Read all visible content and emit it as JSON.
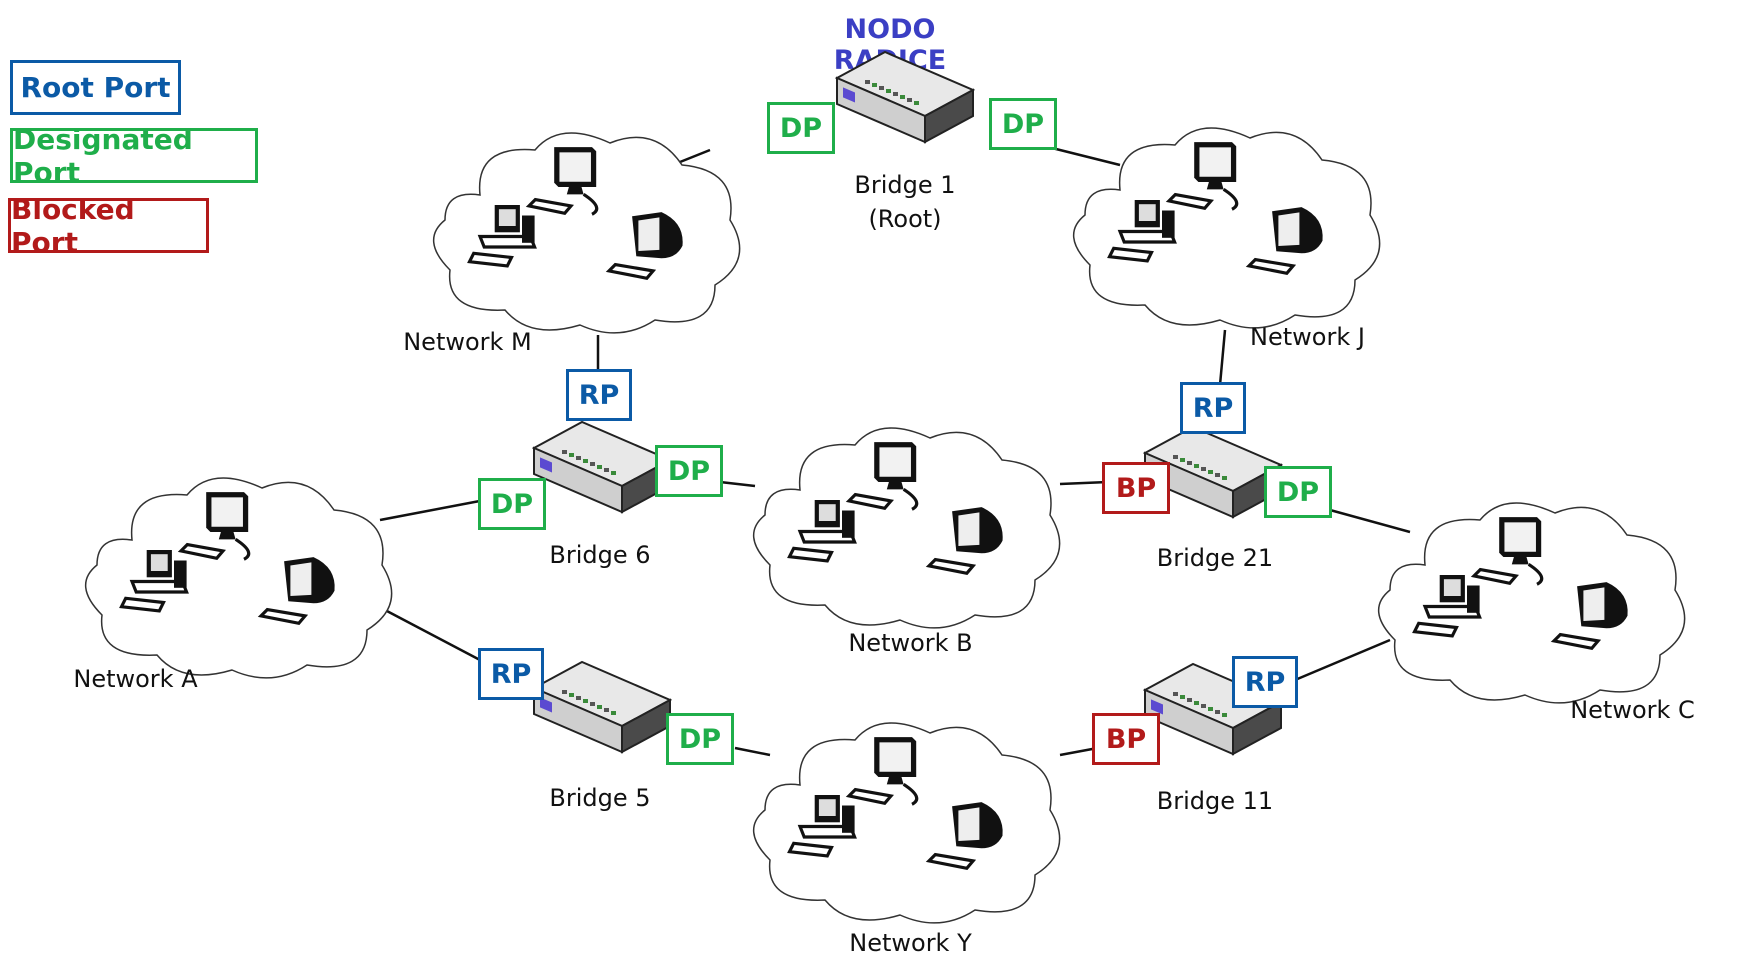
{
  "title": "NODO RADICE",
  "colors": {
    "root_port": "#0b5aa6",
    "designated_port": "#1fae4a",
    "blocked_port": "#b21a1a",
    "title": "#3b3fc4",
    "link": "#111111"
  },
  "legend": {
    "root_port": "Root Port",
    "designated_port": "Designated Port",
    "blocked_port": "Blocked Port"
  },
  "bridges": {
    "b1": {
      "name": "Bridge 1",
      "sub": "(Root)"
    },
    "b6": {
      "name": "Bridge 6"
    },
    "b21": {
      "name": "Bridge 21"
    },
    "b5": {
      "name": "Bridge 5"
    },
    "b11": {
      "name": "Bridge 11"
    }
  },
  "networks": {
    "m": "Network M",
    "j": "Network J",
    "a": "Network A",
    "b": "Network B",
    "c": "Network C",
    "y": "Network Y"
  },
  "ports": {
    "b1_left": "DP",
    "b1_right": "DP",
    "b6_top": "RP",
    "b6_left": "DP",
    "b6_right": "DP",
    "b21_top": "RP",
    "b21_left": "BP",
    "b21_right": "DP",
    "b5_left": "RP",
    "b5_right": "DP",
    "b11_top": "RP",
    "b11_left": "BP"
  }
}
